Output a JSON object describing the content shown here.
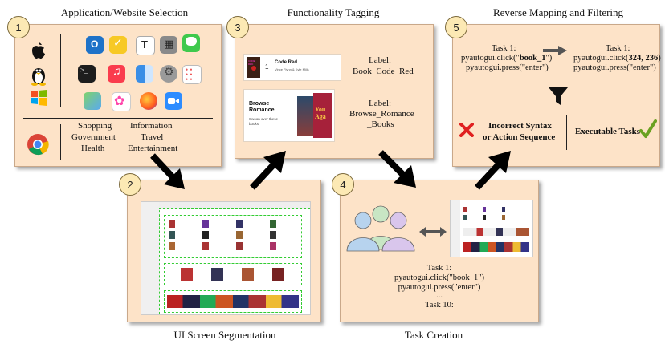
{
  "titles": {
    "app_selection": "Application/Website Selection",
    "functionality_tagging": "Functionality Tagging",
    "reverse_mapping": "Reverse Mapping and Filtering",
    "segmentation": "UI Screen Segmentation",
    "task_creation": "Task Creation"
  },
  "badges": [
    "1",
    "2",
    "3",
    "4",
    "5"
  ],
  "panel1": {
    "categories": [
      "Shopping",
      "Information",
      "Government",
      "Travel",
      "Health",
      "Entertainment"
    ]
  },
  "panel3": {
    "card1": {
      "name": "Code Red",
      "authors": "Vince Flynn & Kyle Mills",
      "rank": "1",
      "cover": "CODE RED"
    },
    "label1": [
      "Label:",
      "Book_Code_Red"
    ],
    "card2": {
      "title_line1": "Browse",
      "title_line2": "Romance",
      "desc_line1": "Swoon over these",
      "desc_line2": "books.",
      "cover_text": "You Aga"
    },
    "label2": [
      "Label:",
      "Browse_Romance",
      "_Books"
    ]
  },
  "panel5": {
    "task_left": {
      "line1": "Task 1:",
      "prefix": "pyautogui.click(\"",
      "arg": "book_1",
      "suffix": "\")",
      "line3": "pyautogui.press(\"enter\")"
    },
    "task_right": {
      "line1": "Task 1:",
      "prefix": "pyautogui.click(",
      "arg": "324, 236",
      "suffix": ")",
      "line3": "pyautogui.press(\"enter\")"
    },
    "incorrect_line1": "Incorrect Syntax",
    "incorrect_line2": "or Action Sequence",
    "executable": "Executable Tasks"
  },
  "panel4": {
    "lines": [
      "Task 1:",
      "pyautogui.click(\"book_1\")",
      "pyautogui.press(\"enter\")",
      "...",
      "Task 10:"
    ]
  },
  "colors": {
    "panel_bg": "#fde3c8",
    "badge_bg": "#fce9b4",
    "cross": "#e02020",
    "check": "#6aa121",
    "person_blue": "#b7d3ee",
    "person_green": "#c8e6c4",
    "person_purple": "#d9c6ec"
  },
  "icons": [
    "apple-icon",
    "linux-tux-icon",
    "windows-icon",
    "chrome-icon",
    "outlook-icon",
    "reminders-icon",
    "typora-icon",
    "calculator-icon",
    "messages-icon",
    "terminal-icon",
    "music-icon",
    "finder-icon",
    "settings-icon",
    "lists-icon",
    "maps-icon",
    "photos-icon",
    "firefox-icon",
    "zoom-icon",
    "filter-funnel-icon",
    "cross-icon",
    "checkmark-icon",
    "people-icon"
  ]
}
